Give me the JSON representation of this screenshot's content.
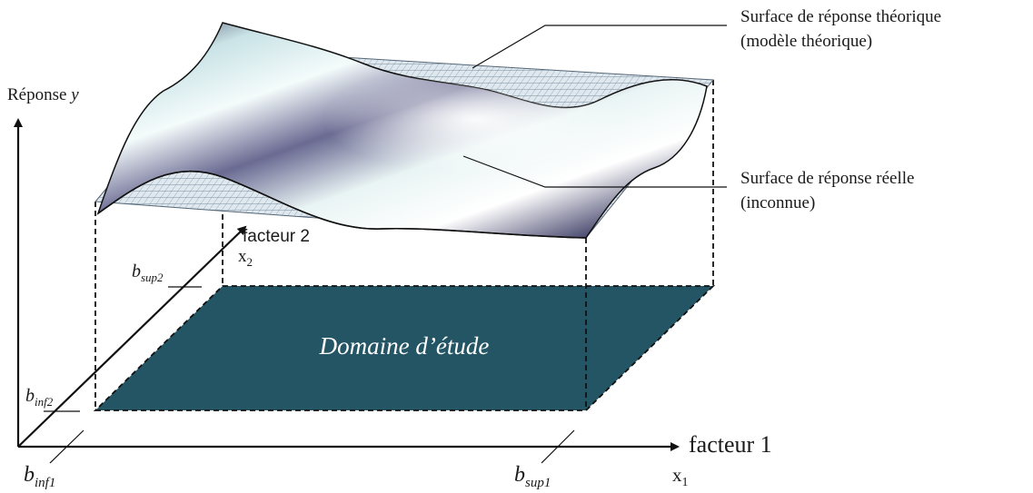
{
  "labels": {
    "response_axis_prefix": "Réponse ",
    "response_axis_var": "y",
    "theoretical_surface_line1": "Surface de réponse théorique",
    "theoretical_surface_line2": "(modèle théorique)",
    "real_surface_line1": "Surface de réponse réelle",
    "real_surface_line2": "(inconnue)",
    "factor2": "facteur 2",
    "factor1": "facteur 1",
    "x2_base": "x",
    "x2_sub": "2",
    "x1_base": "x",
    "x1_sub": "1",
    "domain": "Domaine d’étude",
    "bsup2_base": "b",
    "bsup2_sub": "sup2",
    "binf2_base": "b",
    "binf2_sub": "inf2",
    "binf1_base": "b",
    "binf1_sub": "inf1",
    "bsup1_base": "b",
    "bsup1_sub": "sup1"
  },
  "colors": {
    "domain_fill": "#245565",
    "grid_plane": "#7a8fa0",
    "surface_light": "#eef7f7",
    "surface_dark": "#3a3a5c"
  }
}
